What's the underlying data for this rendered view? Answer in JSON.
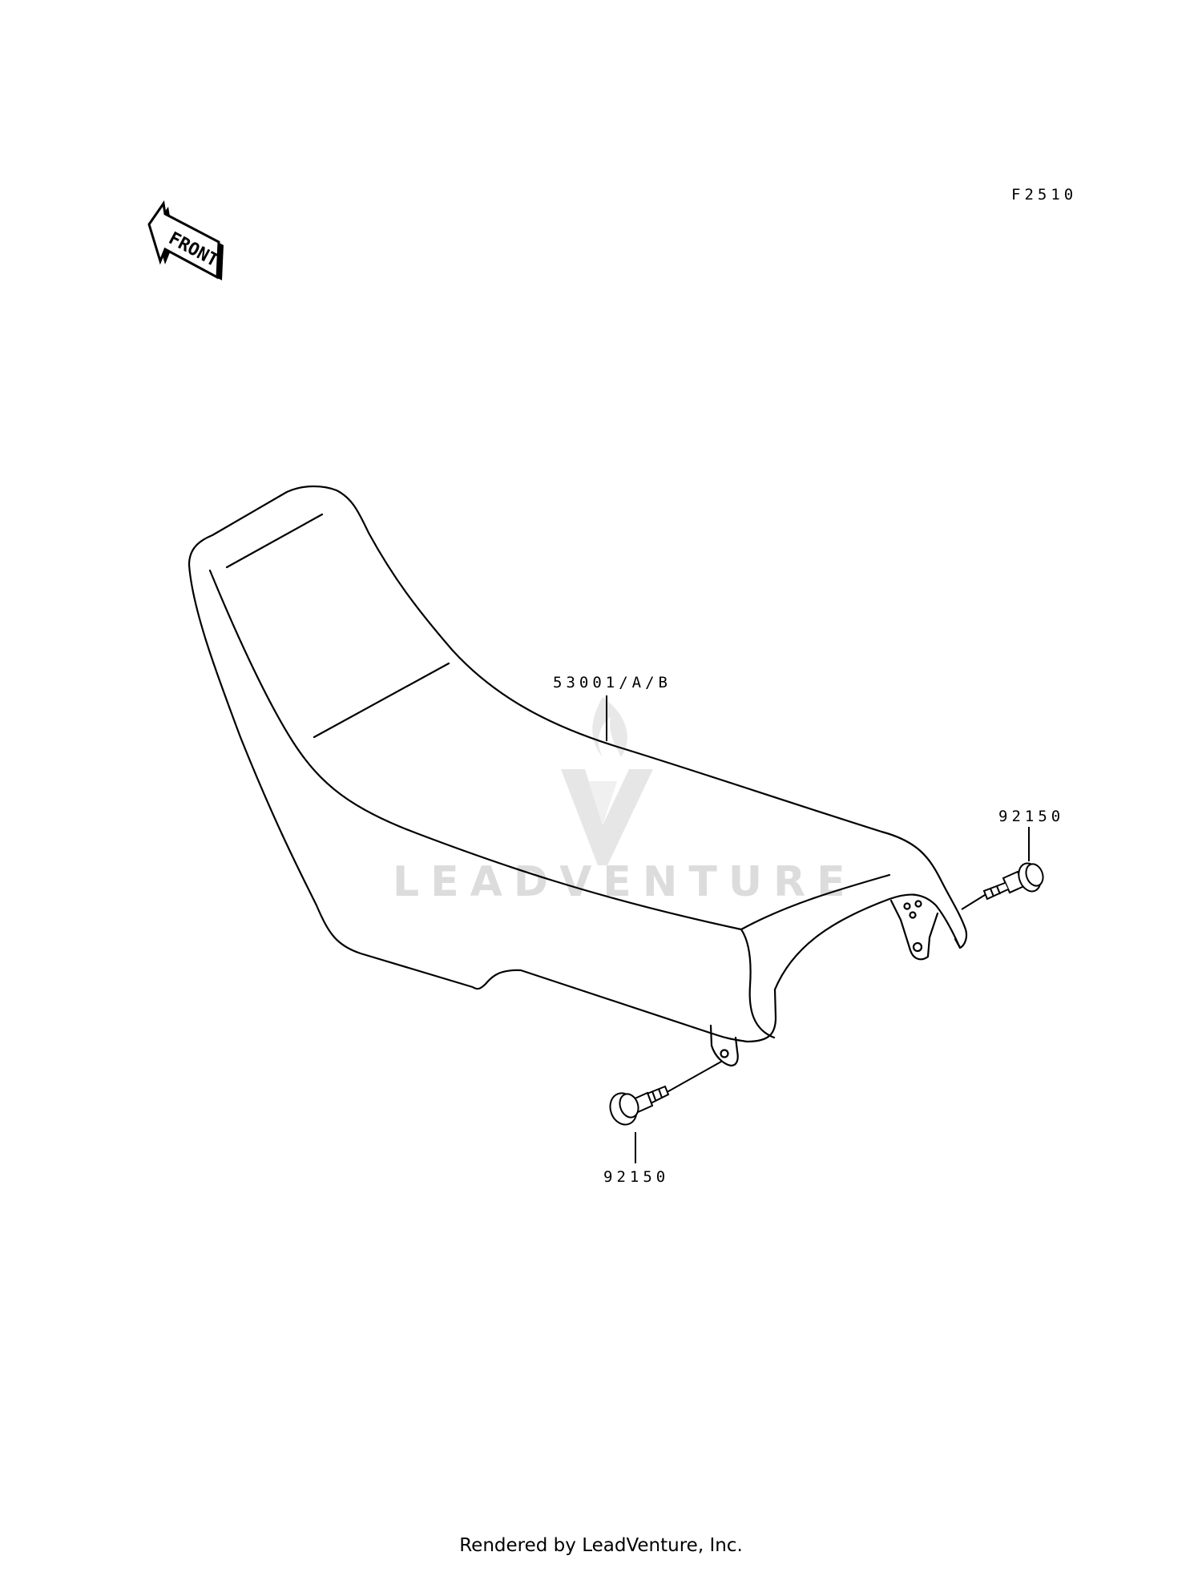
{
  "diagram": {
    "figure_code": "F2510",
    "front_arrow": "FRONT",
    "watermark": "LEADVENTURE",
    "callouts": {
      "seat": "53001/A/B",
      "bolt_right": "92150",
      "bolt_bottom": "92150"
    }
  },
  "footer": {
    "text": "Rendered by LeadVenture, Inc."
  }
}
